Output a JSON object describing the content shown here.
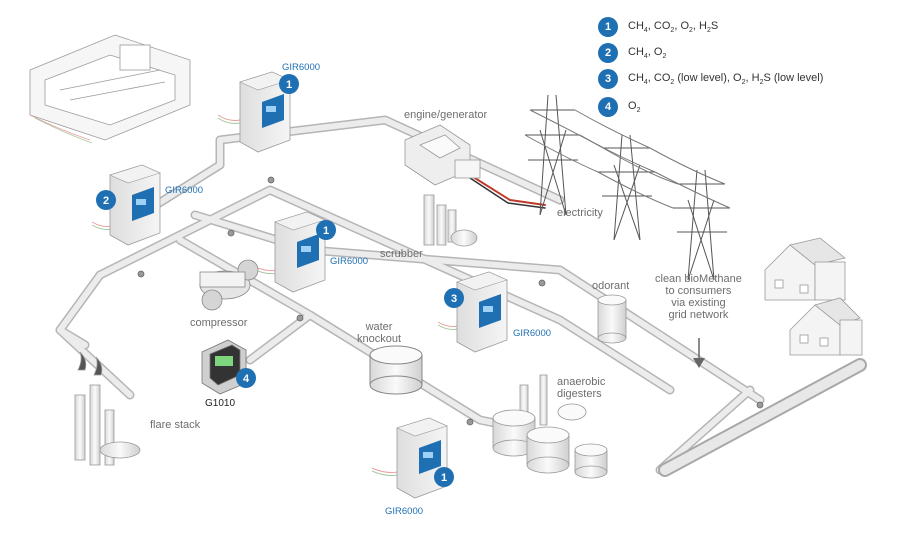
{
  "legend": [
    {
      "number": "1",
      "text_parts": [
        [
          "CH",
          ""
        ],
        [
          "4",
          ", "
        ],
        [
          "CO",
          ""
        ],
        [
          "2",
          ", "
        ],
        [
          "O",
          ""
        ],
        [
          "2",
          ", "
        ],
        [
          "H",
          ""
        ],
        [
          "2",
          "S"
        ]
      ]
    },
    {
      "number": "2",
      "text_parts": [
        [
          "CH",
          ""
        ],
        [
          "4",
          ", "
        ],
        [
          "O",
          ""
        ],
        [
          "2",
          ""
        ]
      ]
    },
    {
      "number": "3",
      "text_parts": [
        [
          "CH",
          ""
        ],
        [
          "4",
          ", "
        ],
        [
          "CO",
          ""
        ],
        [
          "2",
          " (low level), "
        ],
        [
          "O",
          ""
        ],
        [
          "2",
          ", "
        ],
        [
          "H",
          ""
        ],
        [
          "2",
          "S (low level)"
        ]
      ]
    },
    {
      "number": "4",
      "text_parts": [
        [
          "O",
          ""
        ],
        [
          "2",
          ""
        ]
      ]
    }
  ],
  "labels": {
    "engine": "engine/generator",
    "electricity": "electricity",
    "scrubber": "scrubber",
    "odorant": "odorant",
    "clean": "clean bioMethane\nto consumers\nvia existing\ngrid network",
    "compressor": "compressor",
    "water": "water\nknockout",
    "anaerobic": "anaerobic\ndigesters",
    "flare": "flare stack",
    "g1010": "G1010"
  },
  "units": [
    {
      "model": "GIR6000",
      "badge": "1"
    },
    {
      "model": "GIR6000",
      "badge": "2"
    },
    {
      "model": "GIR6000",
      "badge": "1"
    },
    {
      "model": "GIR6000",
      "badge": "3"
    },
    {
      "model": "GIR6000",
      "badge": "1"
    }
  ],
  "g1010_badge": "4",
  "colors": {
    "accent": "#1f6fb3",
    "pipe": "#e3e3e3",
    "pipe_edge": "#b5b5b5",
    "cable": "#c0392b"
  }
}
